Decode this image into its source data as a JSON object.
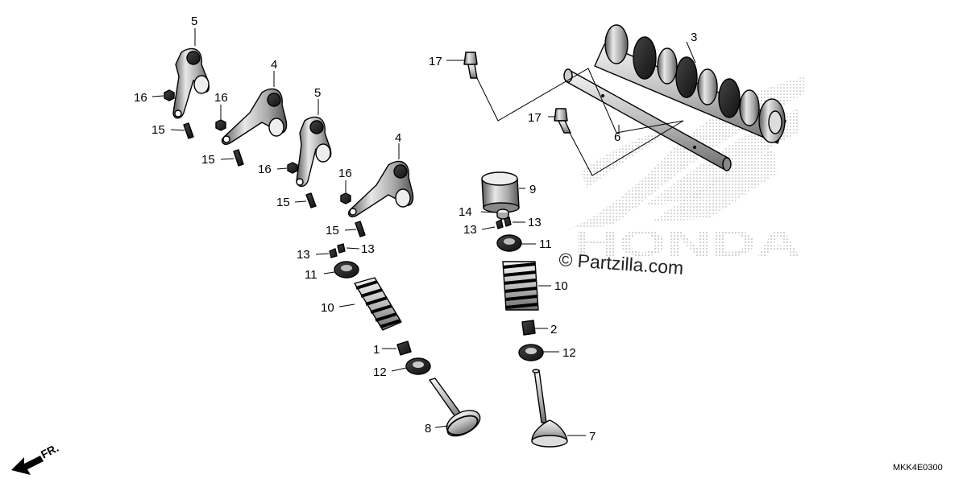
{
  "watermark": {
    "text": "© Partzilla.com",
    "brand": "HONDA"
  },
  "diagram_code": "MKK4E0300",
  "front_marker": "FR.",
  "callouts": {
    "rocker_arm_5_left": "5",
    "rocker_arm_4_left": "4",
    "rocker_arm_5_mid": "5",
    "rocker_arm_4_right": "4",
    "nut_16_a": "16",
    "nut_16_b": "16",
    "nut_16_c": "16",
    "nut_16_d": "16",
    "screw_15_a": "15",
    "screw_15_b": "15",
    "screw_15_c": "15",
    "screw_15_d": "15",
    "cotter_13_left_a": "13",
    "cotter_13_left_b": "13",
    "retainer_11_left": "11",
    "spring_10_left": "10",
    "seal_1": "1",
    "seat_12_left": "12",
    "valve_8": "8",
    "bolt_17_top": "17",
    "bolt_17_mid": "17",
    "shaft_6": "6",
    "camshaft_3": "3",
    "lifter_9": "9",
    "shim_14": "14",
    "cotter_13_right_a": "13",
    "cotter_13_right_b": "13",
    "retainer_11_right": "11",
    "spring_10_right": "10",
    "seal_2": "2",
    "seat_12_right": "12",
    "valve_7": "7"
  },
  "colors": {
    "ink": "#000000",
    "background": "#ffffff",
    "watermark_dots": "#9a9a9a"
  }
}
